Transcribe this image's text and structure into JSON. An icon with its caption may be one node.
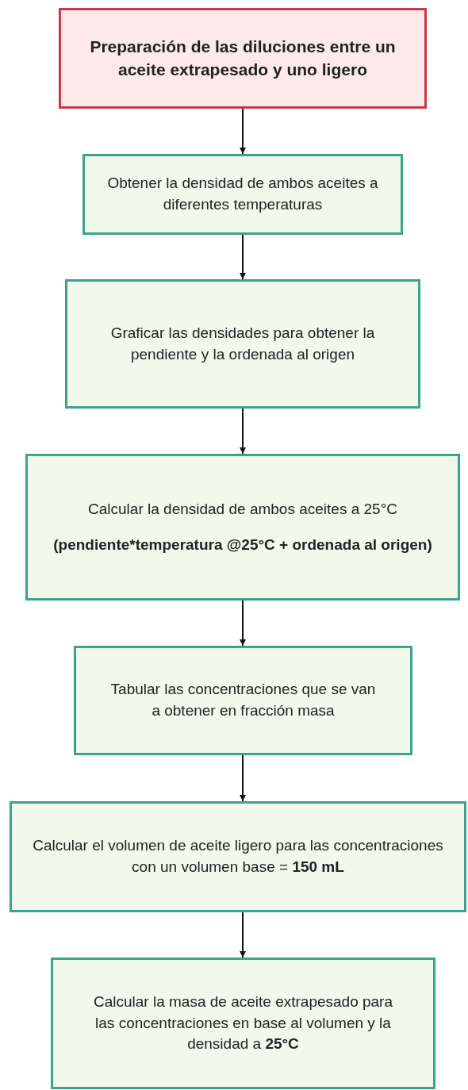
{
  "diagram": {
    "nodes": [
      {
        "text": [
          "Preparación de las diluciones entre un aceite extrapesado y uno ligero"
        ]
      },
      {
        "text": [
          "Obtener la densidad de ambos aceites a diferentes temperaturas"
        ]
      },
      {
        "text": [
          "Graficar las densidades para obtener la pendiente y la ordenada al origen"
        ]
      },
      {
        "text": [
          "Calcular la densidad de ambos aceites a 25°C",
          "(pendiente*temperatura @25°C + ordenada al origen)"
        ]
      },
      {
        "text": [
          "Tabular las concentraciones que se van a obtener en fracción masa"
        ]
      },
      {
        "text": [
          "Calcular el volumen de aceite ligero para las concentraciones con un volumen base = **150 mL**"
        ]
      },
      {
        "text": [
          "Calcular la masa de aceite extrapesado para las concentraciones en base al volumen y la densidad a **25°C**"
        ]
      }
    ],
    "edges": [
      {
        "from": 0,
        "to": 1,
        "arrow": "to"
      },
      {
        "from": 1,
        "to": 2,
        "arrow": "to"
      },
      {
        "from": 2,
        "to": 3,
        "arrow": "to"
      },
      {
        "from": 3,
        "to": 4,
        "arrow": "to"
      },
      {
        "from": 4,
        "to": 5,
        "arrow": "to"
      },
      {
        "from": 5,
        "to": 6,
        "arrow": "to"
      }
    ]
  }
}
